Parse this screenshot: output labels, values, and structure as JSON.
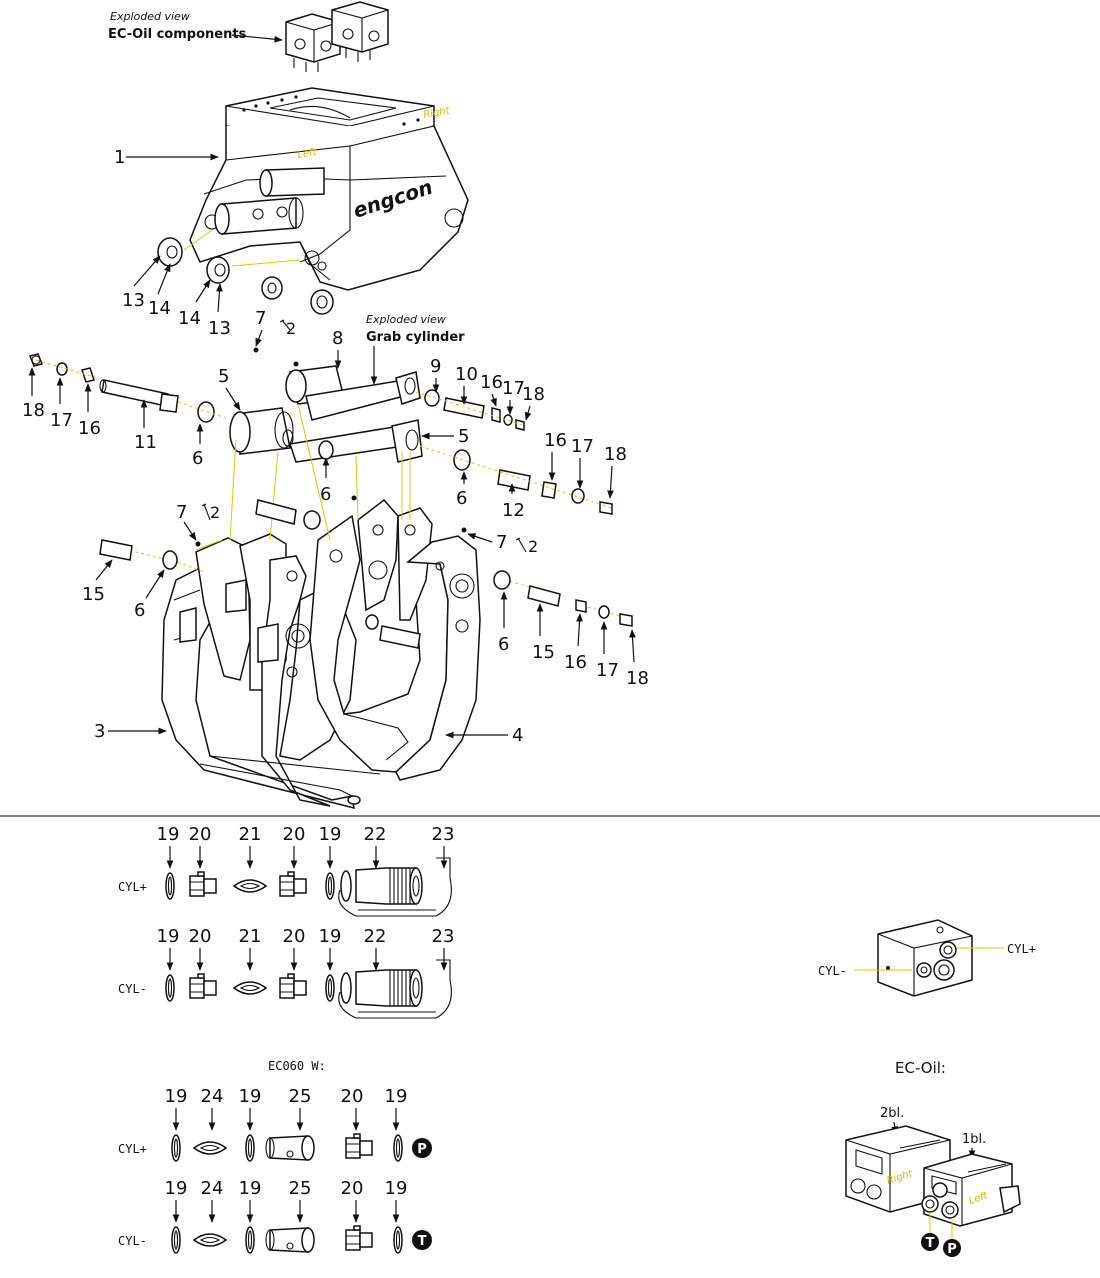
{
  "top": {
    "exploded_caption": "Exploded view",
    "ecoil_components": "EC-Oil components",
    "grab_cylinder": "Grab cylinder",
    "brand": "engcon",
    "right_label": "Right",
    "left_label": "Left"
  },
  "callouts": {
    "n1": "1",
    "n2": "2",
    "n3": "3",
    "n4": "4",
    "n5": "5",
    "n6": "6",
    "n7": "7",
    "n8": "8",
    "n9": "9",
    "n10": "10",
    "n11": "11",
    "n12": "12",
    "n13": "13",
    "n14": "14",
    "n15": "15",
    "n16": "16",
    "n17": "17",
    "n18": "18"
  },
  "fittings": {
    "row_labels": {
      "cyl_plus": "CYL+",
      "cyl_minus": "CYL-"
    },
    "row1_numbers": [
      "19",
      "20",
      "21",
      "20",
      "19",
      "22",
      "23"
    ],
    "row2_numbers": [
      "19",
      "20",
      "21",
      "20",
      "19",
      "22",
      "23"
    ],
    "eco60_title": "EC060 W:",
    "row3_numbers": [
      "19",
      "24",
      "19",
      "25",
      "20",
      "19"
    ],
    "row4_numbers": [
      "19",
      "24",
      "19",
      "25",
      "20",
      "19"
    ],
    "port_p": "P",
    "port_t": "T"
  },
  "valve_block": {
    "cyl_plus": "CYL+",
    "cyl_minus": "CYL-"
  },
  "ecoil": {
    "title": "EC-Oil:",
    "label_2bl": "2bl.",
    "label_1bl": "1bl.",
    "right_label": "Right",
    "left_label": "Left",
    "port_t": "T",
    "port_p": "P"
  }
}
